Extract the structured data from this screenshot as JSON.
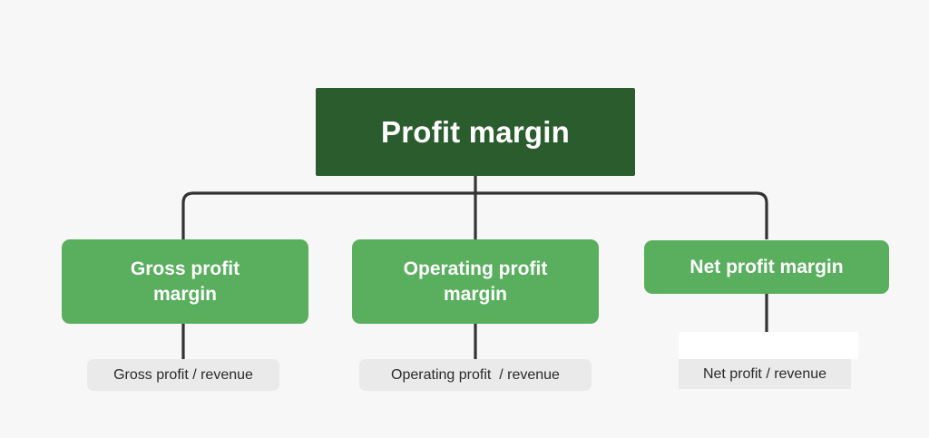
{
  "diagram": {
    "type": "hierarchy-tree",
    "background_color": "#f7f7f7",
    "root": {
      "label": "Profit margin",
      "fill_color": "#2b5c2e",
      "text_color": "#ffffff"
    },
    "children": [
      {
        "label": "Gross profit\nmargin",
        "fill_color": "#59af5e",
        "text_color": "#ffffff",
        "formula": "Gross profit / revenue",
        "formula_fill_color": "#eaeaea",
        "formula_text_color": "#2a2a2a"
      },
      {
        "label": "Operating profit\nmargin",
        "fill_color": "#59af5e",
        "text_color": "#ffffff",
        "formula": "Operating profit  / revenue",
        "formula_fill_color": "#eaeaea",
        "formula_text_color": "#2a2a2a"
      },
      {
        "label": "Net profit margin",
        "fill_color": "#59af5e",
        "text_color": "#ffffff",
        "formula": "Net profit / revenue",
        "formula_fill_color": "#eaeaea",
        "formula_text_color": "#2a2a2a"
      }
    ],
    "connector_color": "#333333"
  }
}
